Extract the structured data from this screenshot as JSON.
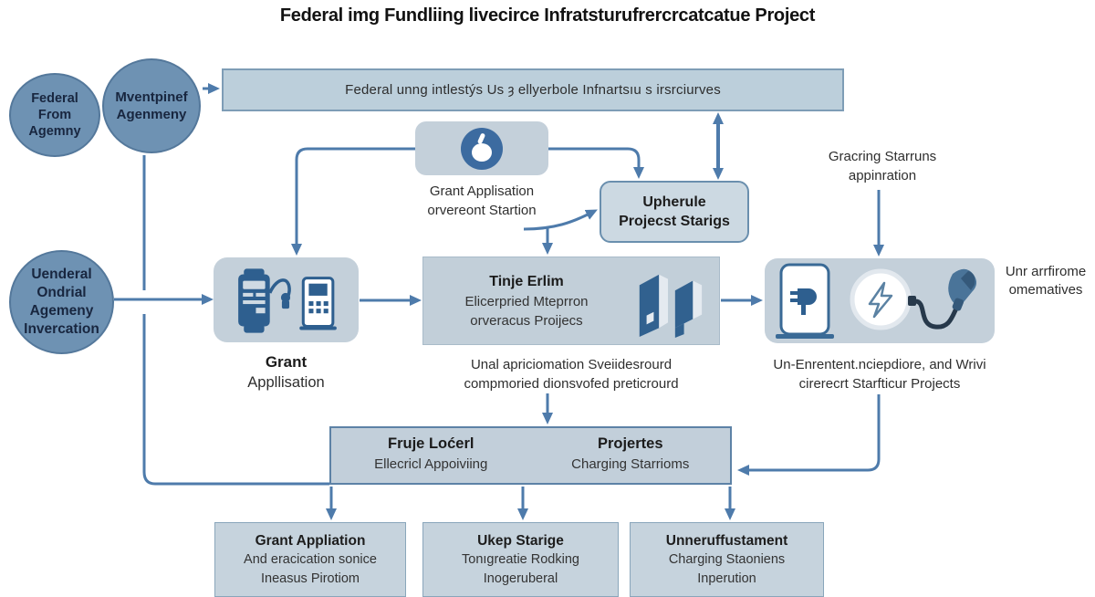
{
  "title": "Federal img Fundliing livecirce Infratsturufrercrcatcatue Project",
  "banner": {
    "text": "Federal unng intlestýs Us ȝ ellyerbole Infnartsıu s irsrciurves"
  },
  "nodes": {
    "circle_federal": {
      "lines": [
        "Federal",
        "Fɾom",
        "Agemny"
      ]
    },
    "circle_mvent": {
      "lines": [
        "Mventpinef",
        "Agenmeny"
      ]
    },
    "circle_uenderal": {
      "lines": [
        "Uenderal",
        "Ondrial",
        "Agemeny",
        "Invercation"
      ]
    },
    "approval": {
      "caption": [
        "Grant Applisation",
        "orvereont Startion"
      ]
    },
    "upherule": {
      "lines": [
        "Upherule",
        "Projecst Starigs"
      ]
    },
    "grant": {
      "caption": [
        "Grant",
        "Appllisation"
      ]
    },
    "center": {
      "title": "Tinje Erlim",
      "lines": [
        "Elicerpried Mteprron",
        "orveracus Proijecs"
      ],
      "caption": [
        "Unal apriciomation Sveiidesrourd",
        "compmoried dionsvofed preticrourd"
      ]
    },
    "charging": {
      "caption_above": [
        "Gracring Starruns",
        "appinration"
      ],
      "side": [
        "Unr arrfirome",
        "omematives"
      ],
      "caption_below": [
        "Un-Enrentent.nciepdiore, and Wrivi",
        "cirerecrt Starfticur Projects"
      ]
    },
    "wide": {
      "col1": {
        "title": "Fruje Loćerl",
        "sub": "Ellecricl Appoiviing"
      },
      "col2": {
        "title": "Projertes",
        "sub": "Charging Starrioms"
      }
    },
    "bottom": [
      {
        "title": "Grant Appliation",
        "lines": [
          "And eracication sonice",
          "Ineasus Pirotiom"
        ]
      },
      {
        "title": "Ukep Starige",
        "lines": [
          "Tonıgreatie Rodking",
          "Inogeruberal"
        ]
      },
      {
        "title": "Unneruffustament",
        "lines": [
          "Charging Staoniens",
          "Inperution"
        ]
      }
    ]
  },
  "icons": {
    "approval_badge": "thumbs-up",
    "grant_application": "ev-charger-and-pump",
    "project_building": "isometric-building",
    "charging_station": "charging-station-outline",
    "power": "lightning-bolt-circle",
    "connector": "ev-plug-with-cable"
  },
  "colors": {
    "arrow": "#4e7bab",
    "circle_fill": "#6e92b3",
    "circle_border": "#54789b",
    "box_fill": "#c4d0da",
    "box_border": "#5d82a6",
    "banner_fill": "#bccfdb",
    "badge_fill": "#3c6ba0",
    "icon_dark": "#2e5f8f",
    "text_dark": "#18263f"
  }
}
